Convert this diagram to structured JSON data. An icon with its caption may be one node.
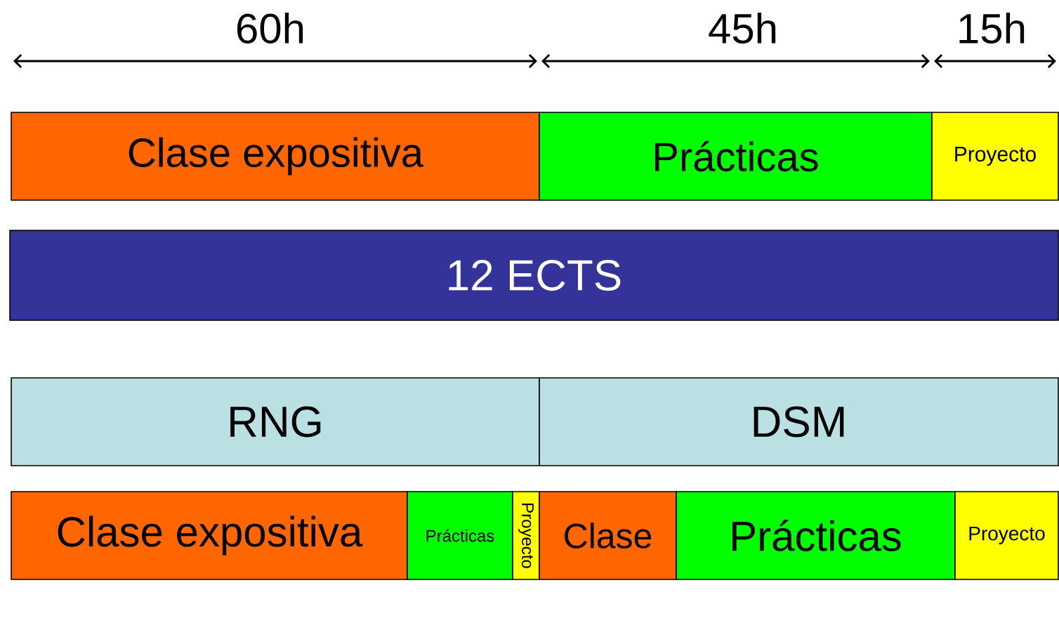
{
  "diagram": {
    "nodes": [
      {
        "text": [
          "Clase expositiva"
        ]
      },
      {
        "text": [
          "Prácticas"
        ]
      },
      {
        "text": [
          "Proyecto"
        ]
      },
      {
        "text": [
          "12 ECTS"
        ]
      },
      {
        "text": [
          "RNG"
        ]
      },
      {
        "text": [
          "DSM"
        ]
      },
      {
        "text": [
          "Clase expositiva"
        ]
      },
      {
        "text": [
          "Prácticas"
        ]
      },
      {
        "text": [
          "Proyecto"
        ]
      },
      {
        "text": [
          "Clase"
        ]
      },
      {
        "text": [
          "Prácticas"
        ]
      },
      {
        "text": [
          "Proyecto"
        ]
      }
    ],
    "edges": [],
    "labels": [
      "60h",
      "45h",
      "15h"
    ]
  }
}
